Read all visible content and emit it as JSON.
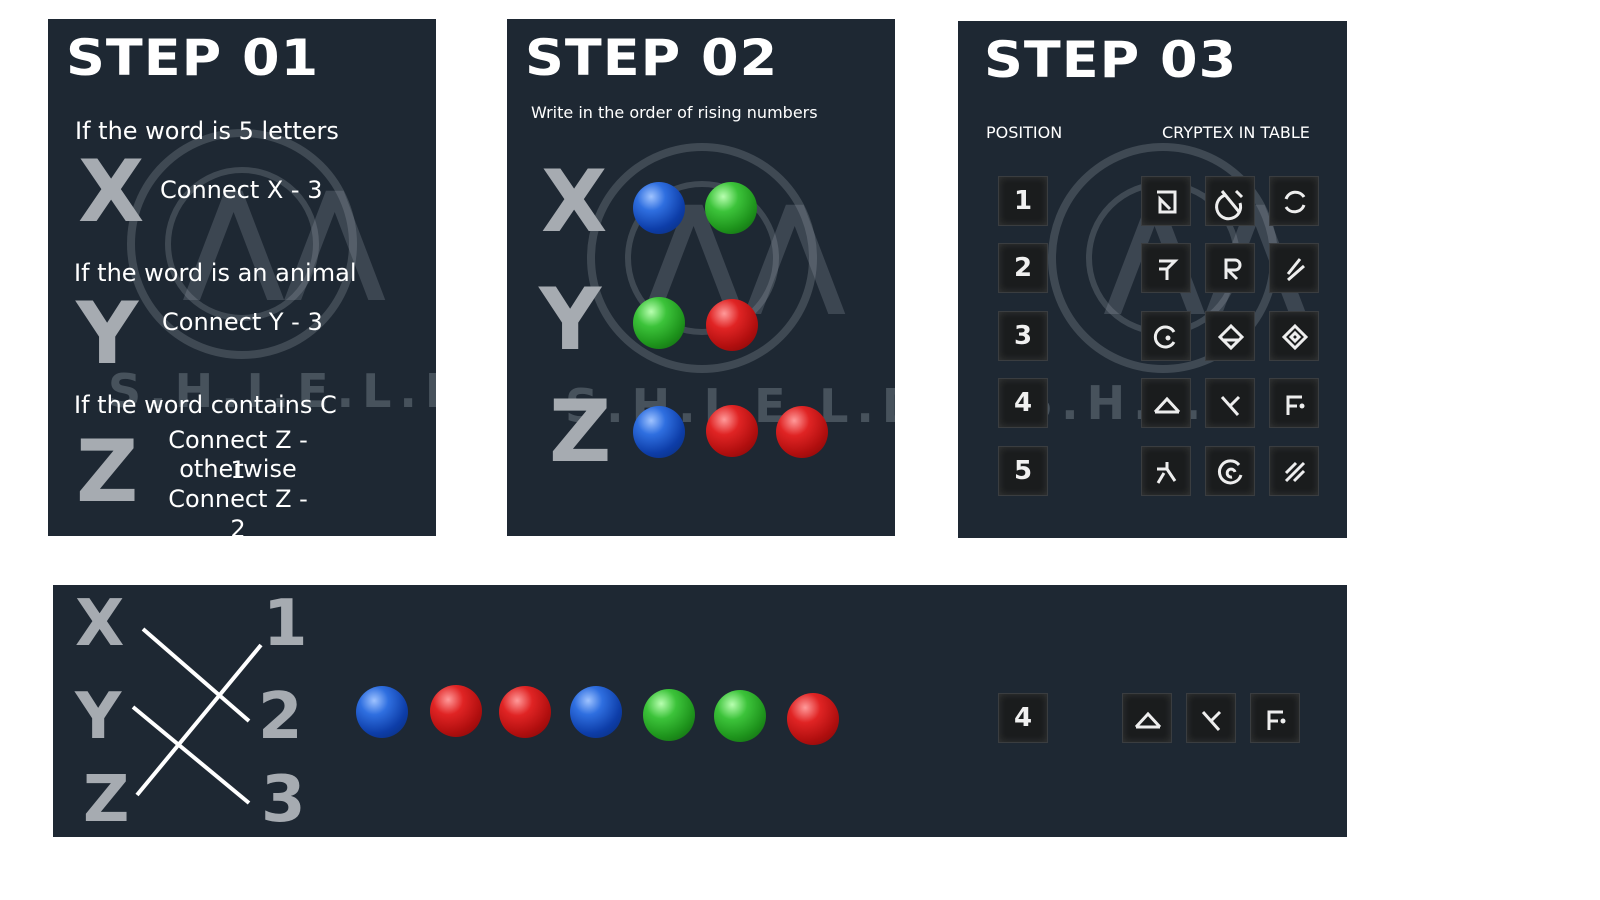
{
  "steps": [
    {
      "title": "STEP 01",
      "rules": [
        {
          "text": "If the word is 5 letters",
          "letter": "X",
          "connect": "Connect X - 3"
        },
        {
          "text": "If the word is an animal",
          "letter": "Y",
          "connect": "Connect Y - 3"
        },
        {
          "text": "If the word contains C",
          "letter": "Z",
          "connect_lines": [
            "Connect Z - 1",
            "otherwise",
            "Connect  Z - 2"
          ]
        }
      ],
      "watermark": "S.H.I.E.L.D."
    },
    {
      "title": "STEP 02",
      "subtitle": "Write in the order of rising numbers",
      "rows": [
        {
          "letter": "X",
          "balls": [
            "blue",
            "green"
          ]
        },
        {
          "letter": "Y",
          "balls": [
            "green",
            "red"
          ]
        },
        {
          "letter": "Z",
          "balls": [
            "blue",
            "red",
            "red"
          ]
        }
      ],
      "watermark": "S.H.I.E.L.D."
    },
    {
      "title": "STEP 03",
      "position_label": "POSITION",
      "cryptex_label": "CRYPTEX IN TABLE",
      "positions": [
        "1",
        "2",
        "3",
        "4",
        "5"
      ],
      "cryptex_glyphs": [
        [
          "square-arrow-glyph",
          "crossed-arc-glyph",
          "refresh-glyph"
        ],
        [
          "hook-cross-glyph",
          "r-curl-glyph",
          "slash-curve-glyph"
        ],
        [
          "c-dot-glyph",
          "diamond-eye-glyph",
          "rotated-square-glyph"
        ],
        [
          "caret-glyph",
          "k-hook-glyph",
          "f-dot-glyph"
        ],
        [
          "zigzag-glyph",
          "spiral-glyph",
          "double-slash-glyph"
        ]
      ],
      "watermark": "S.H.I."
    }
  ],
  "solution": {
    "letters": [
      "X",
      "Y",
      "Z"
    ],
    "numbers": [
      "1",
      "2",
      "3"
    ],
    "balls": [
      "blue",
      "red",
      "red",
      "blue",
      "green",
      "green",
      "red"
    ],
    "position": "4",
    "glyphs": [
      "caret-glyph",
      "k-hook-glyph",
      "f-dot-glyph"
    ]
  },
  "colors": {
    "panel_bg": "#1e2833",
    "big_letter": "#a6abb1",
    "blue": "#1f5bd0",
    "red": "#d01a1a",
    "green": "#2fb02d"
  }
}
